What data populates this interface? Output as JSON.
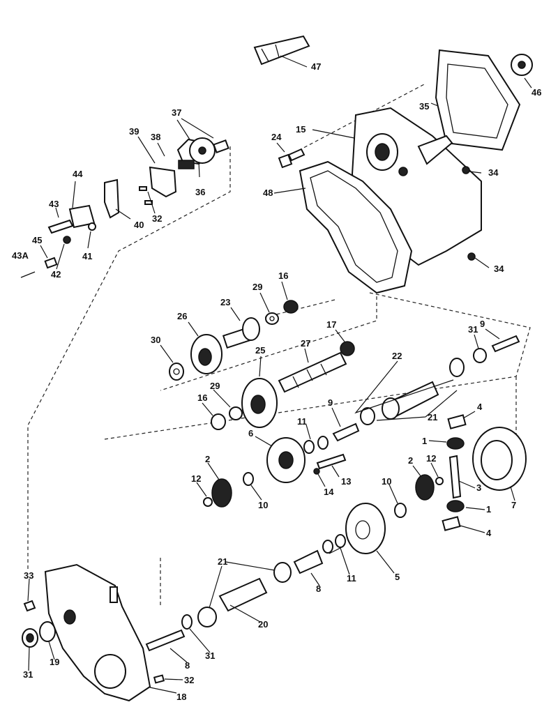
{
  "callouts": [
    {
      "id": "c47",
      "text": "47"
    },
    {
      "id": "c46",
      "text": "46"
    },
    {
      "id": "c35",
      "text": "35"
    },
    {
      "id": "c15",
      "text": "15"
    },
    {
      "id": "c24",
      "text": "24"
    },
    {
      "id": "c48",
      "text": "48"
    },
    {
      "id": "c34a",
      "text": "34"
    },
    {
      "id": "c34b",
      "text": "34"
    },
    {
      "id": "c37",
      "text": "37"
    },
    {
      "id": "c39",
      "text": "39"
    },
    {
      "id": "c38",
      "text": "38"
    },
    {
      "id": "c36",
      "text": "36"
    },
    {
      "id": "c44",
      "text": "44"
    },
    {
      "id": "c43",
      "text": "43"
    },
    {
      "id": "c40",
      "text": "40"
    },
    {
      "id": "c32a",
      "text": "32"
    },
    {
      "id": "c45",
      "text": "45"
    },
    {
      "id": "c41",
      "text": "41"
    },
    {
      "id": "c42",
      "text": "42"
    },
    {
      "id": "c43A",
      "text": "43A"
    },
    {
      "id": "c16a",
      "text": "16"
    },
    {
      "id": "c29a",
      "text": "29"
    },
    {
      "id": "c23",
      "text": "23"
    },
    {
      "id": "c26",
      "text": "26"
    },
    {
      "id": "c17",
      "text": "17"
    },
    {
      "id": "c27",
      "text": "27"
    },
    {
      "id": "c25",
      "text": "25"
    },
    {
      "id": "c30",
      "text": "30"
    },
    {
      "id": "c31a",
      "text": "31"
    },
    {
      "id": "c9a",
      "text": "9"
    },
    {
      "id": "c22",
      "text": "22"
    },
    {
      "id": "c16b",
      "text": "16"
    },
    {
      "id": "c29b",
      "text": "29"
    },
    {
      "id": "c9b",
      "text": "9"
    },
    {
      "id": "c21a",
      "text": "21"
    },
    {
      "id": "c4a",
      "text": "4"
    },
    {
      "id": "c11a",
      "text": "11"
    },
    {
      "id": "c6",
      "text": "6"
    },
    {
      "id": "c1a",
      "text": "1"
    },
    {
      "id": "c2a",
      "text": "2"
    },
    {
      "id": "c12a",
      "text": "12"
    },
    {
      "id": "c13",
      "text": "13"
    },
    {
      "id": "c14",
      "text": "14"
    },
    {
      "id": "c10a",
      "text": "10"
    },
    {
      "id": "c2b",
      "text": "2"
    },
    {
      "id": "c12b",
      "text": "12"
    },
    {
      "id": "c3",
      "text": "3"
    },
    {
      "id": "c7",
      "text": "7"
    },
    {
      "id": "c10b",
      "text": "10"
    },
    {
      "id": "c1b",
      "text": "1"
    },
    {
      "id": "c4b",
      "text": "4"
    },
    {
      "id": "c5",
      "text": "5"
    },
    {
      "id": "c21b",
      "text": "21"
    },
    {
      "id": "c11b",
      "text": "11"
    },
    {
      "id": "c8a",
      "text": "8"
    },
    {
      "id": "c33",
      "text": "33"
    },
    {
      "id": "c20",
      "text": "20"
    },
    {
      "id": "c31b",
      "text": "31"
    },
    {
      "id": "c19",
      "text": "19"
    },
    {
      "id": "c8b",
      "text": "8"
    },
    {
      "id": "c31c",
      "text": "31"
    },
    {
      "id": "c32b",
      "text": "32"
    },
    {
      "id": "c18",
      "text": "18"
    }
  ]
}
